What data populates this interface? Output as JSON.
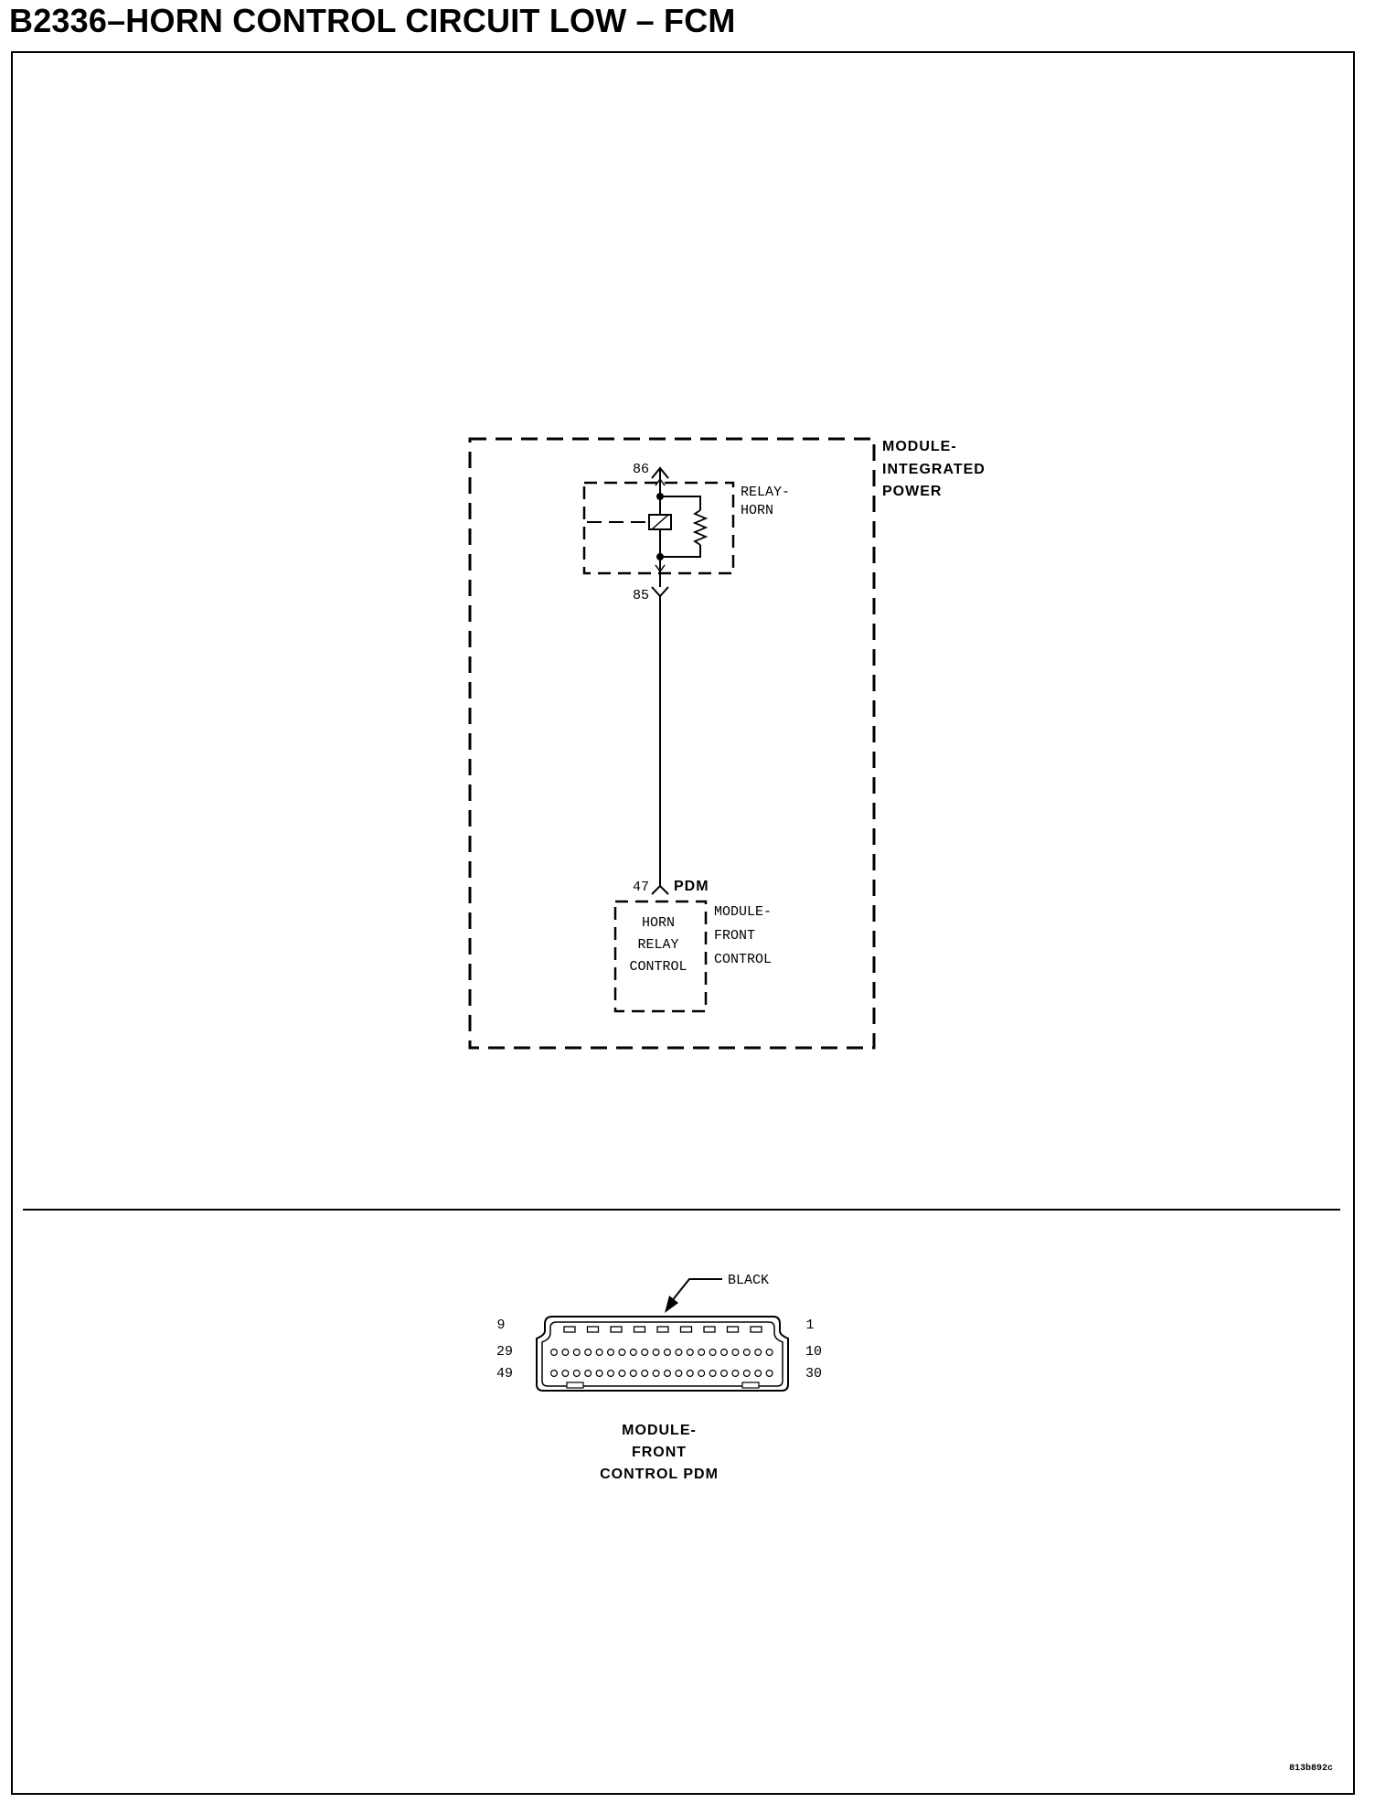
{
  "title": "B2336–HORN CONTROL CIRCUIT LOW – FCM",
  "schematic": {
    "module_integrated_power": [
      "MODULE-",
      "INTEGRATED",
      "POWER"
    ],
    "relay_horn": [
      "RELAY-",
      "HORN"
    ],
    "pin_86": "86",
    "pin_85": "85",
    "pin_47": "47",
    "pdm": "PDM",
    "horn_relay_control": [
      "HORN",
      "RELAY",
      "CONTROL"
    ],
    "module_front_control": [
      "MODULE-",
      "FRONT",
      "CONTROL"
    ]
  },
  "connector": {
    "color_label": "BLACK",
    "pins_left": [
      "9",
      "29",
      "49"
    ],
    "pins_right": [
      "1",
      "10",
      "30"
    ],
    "name": [
      "MODULE-",
      "FRONT",
      "CONTROL PDM"
    ]
  },
  "figure_ref": "813b892c"
}
